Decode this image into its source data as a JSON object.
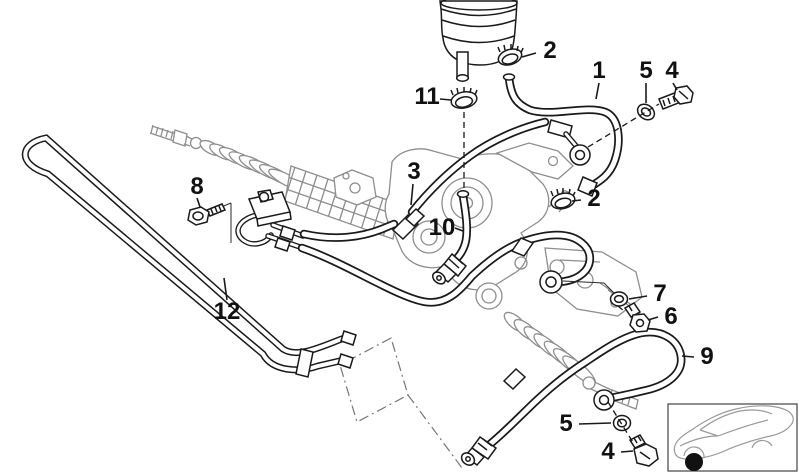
{
  "diagram": {
    "kind": "exploded-parts-diagram",
    "background_color": "#ffffff",
    "part_line_color": "#1a1a1a",
    "machinery_line_color": "#8e8e8e",
    "callouts": [
      {
        "text": "1"
      },
      {
        "text": "2"
      },
      {
        "text": "2"
      },
      {
        "text": "3"
      },
      {
        "text": "4"
      },
      {
        "text": "4"
      },
      {
        "text": "5"
      },
      {
        "text": "5"
      },
      {
        "text": "6"
      },
      {
        "text": "7"
      },
      {
        "text": "8"
      },
      {
        "text": "9"
      },
      {
        "text": "10"
      },
      {
        "text": "11"
      },
      {
        "text": "12"
      }
    ],
    "inset": {
      "marker_color": "#111111"
    }
  }
}
